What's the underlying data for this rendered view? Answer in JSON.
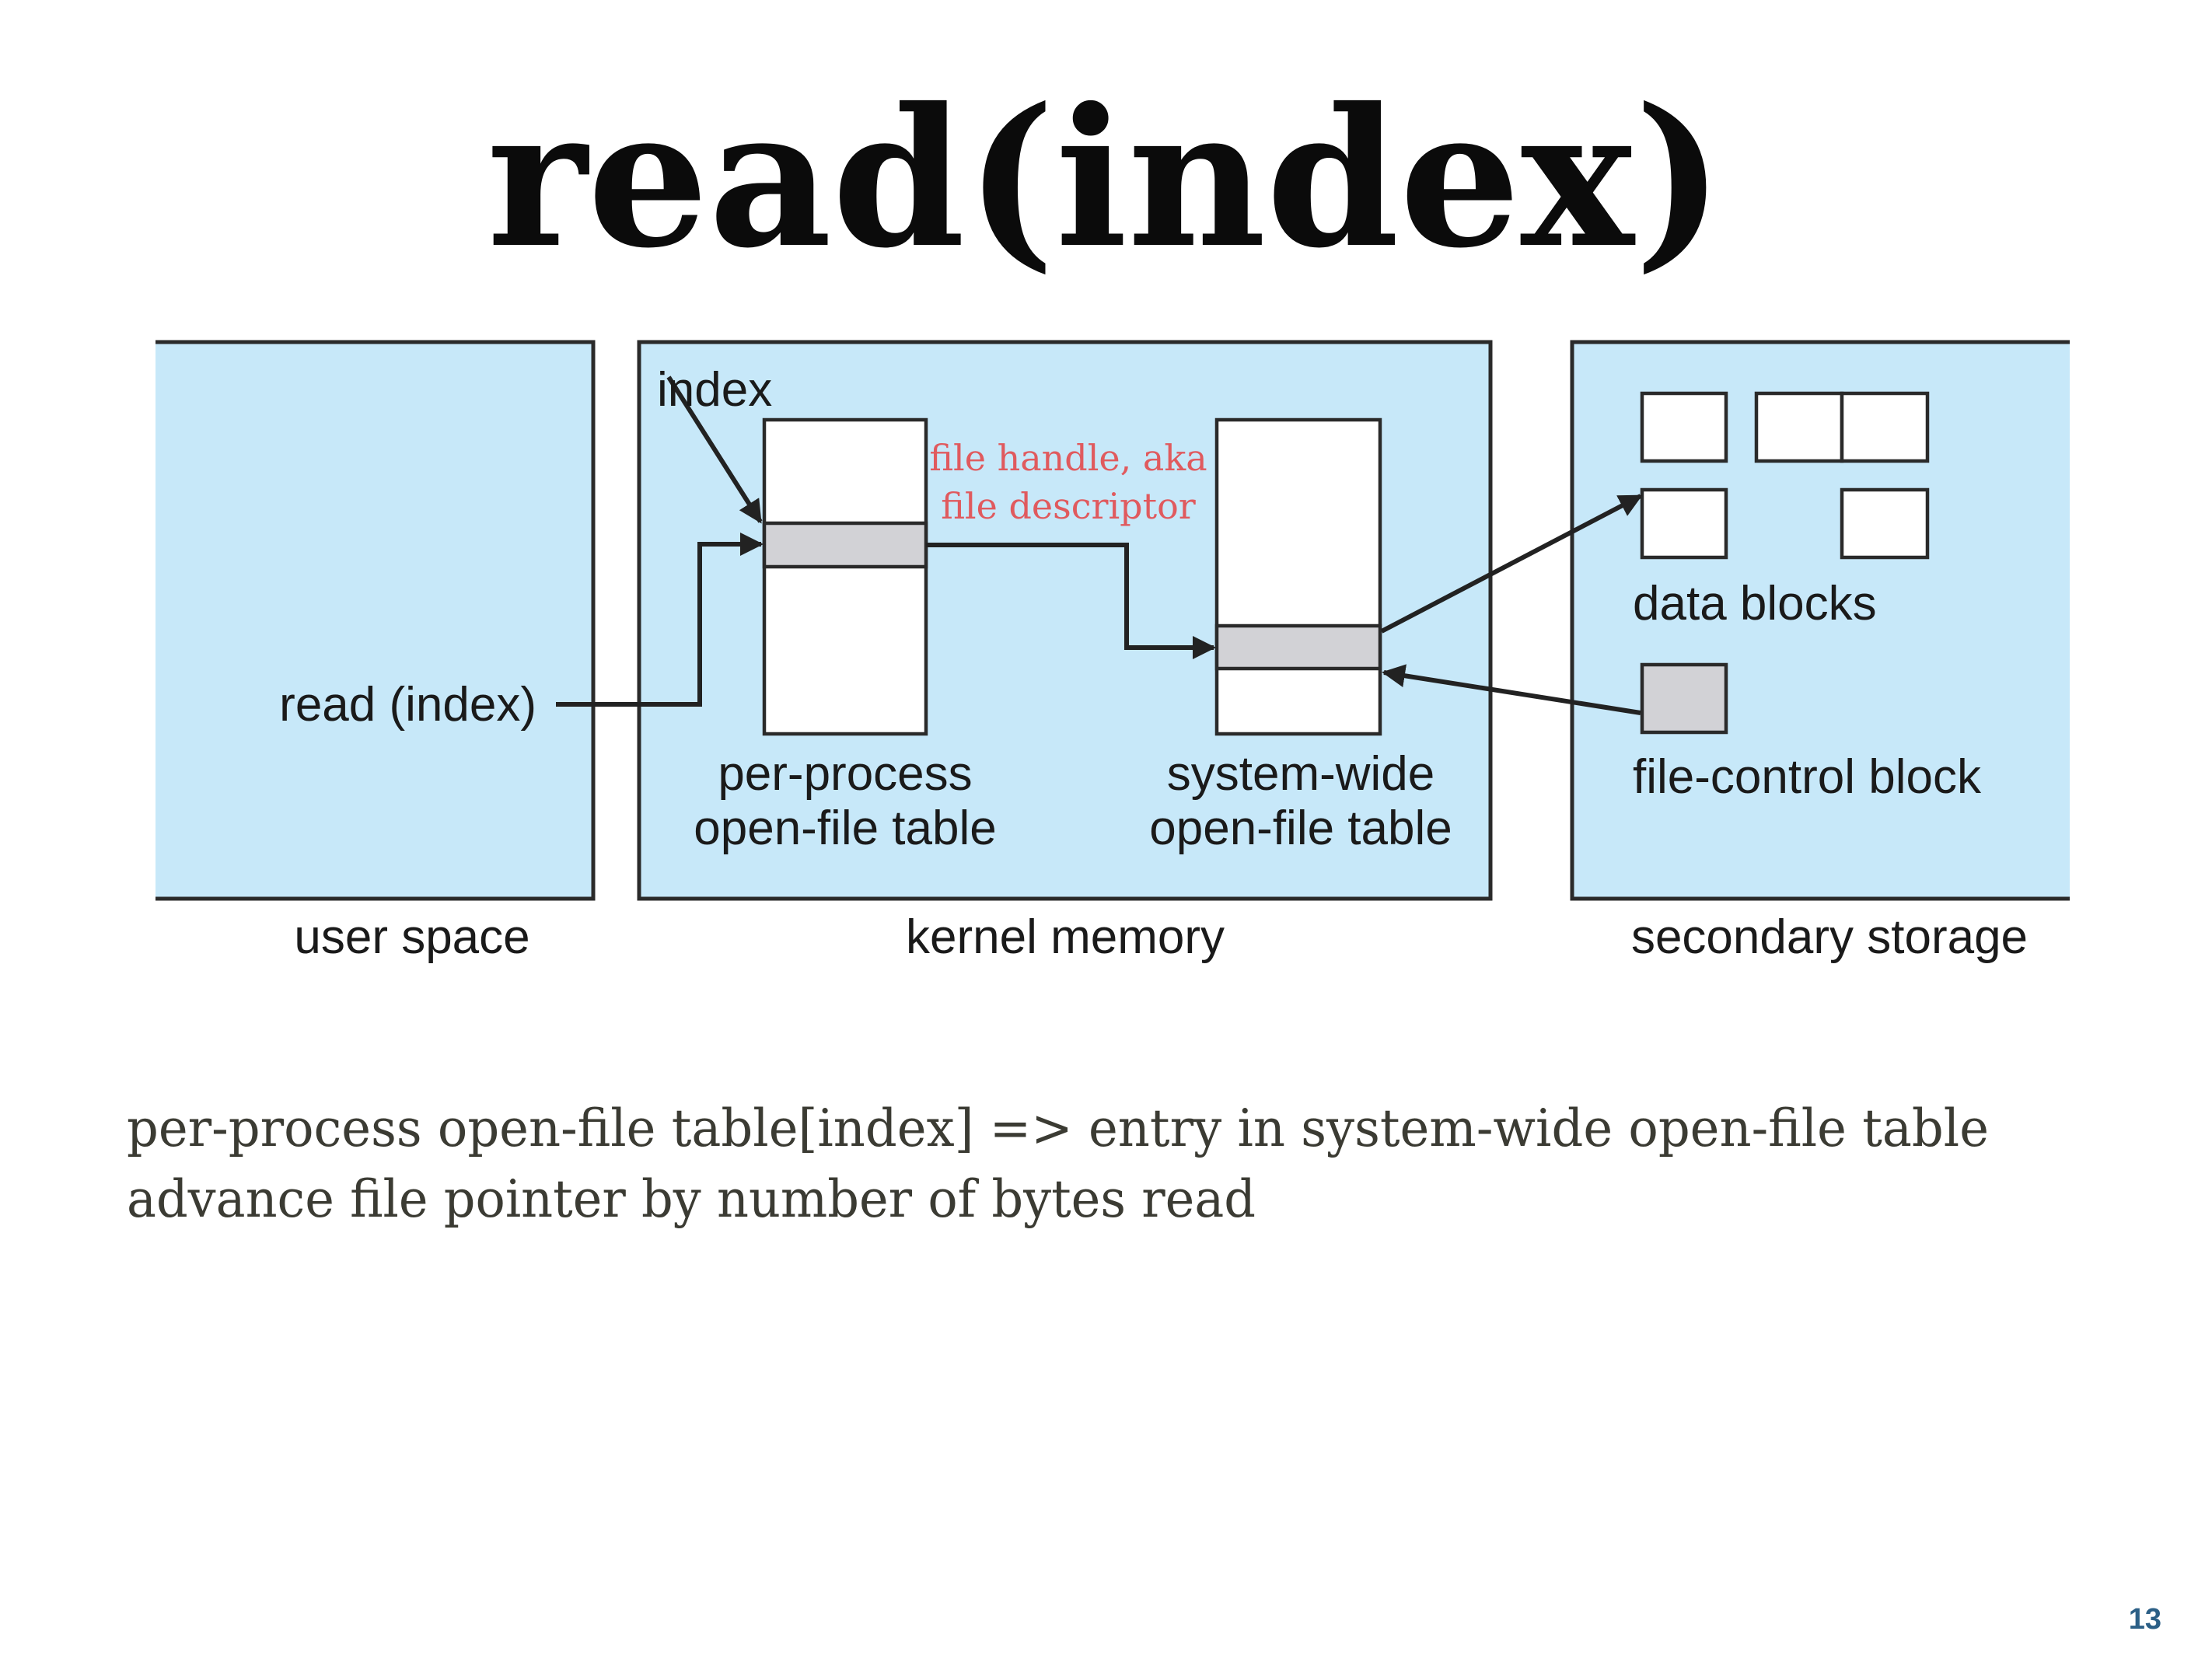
{
  "slide": {
    "title": "read(index)",
    "page_number": "13"
  },
  "diagram": {
    "regions": {
      "user_space": "user space",
      "kernel_memory": "kernel memory",
      "secondary_storage": "secondary storage"
    },
    "labels": {
      "read_call": "read (index)",
      "index": "index",
      "annotation_line1": "file  handle, aka",
      "annotation_line2": "file descriptor",
      "per_process_line1": "per-process",
      "per_process_line2": "open-file table",
      "system_wide_line1": "system-wide",
      "system_wide_line2": "open-file table",
      "data_blocks": "data blocks",
      "file_control_block": "file-control block"
    },
    "colors": {
      "region_fill": "#c7e8f9",
      "entry_fill": "#d2d2d6",
      "annotation": "#e05a5e",
      "page_number": "#2b5f86"
    }
  },
  "text": {
    "line1": "per-process open-file table[index] => entry in system-wide open-file table",
    "line2": "advance file pointer by number of bytes read"
  }
}
